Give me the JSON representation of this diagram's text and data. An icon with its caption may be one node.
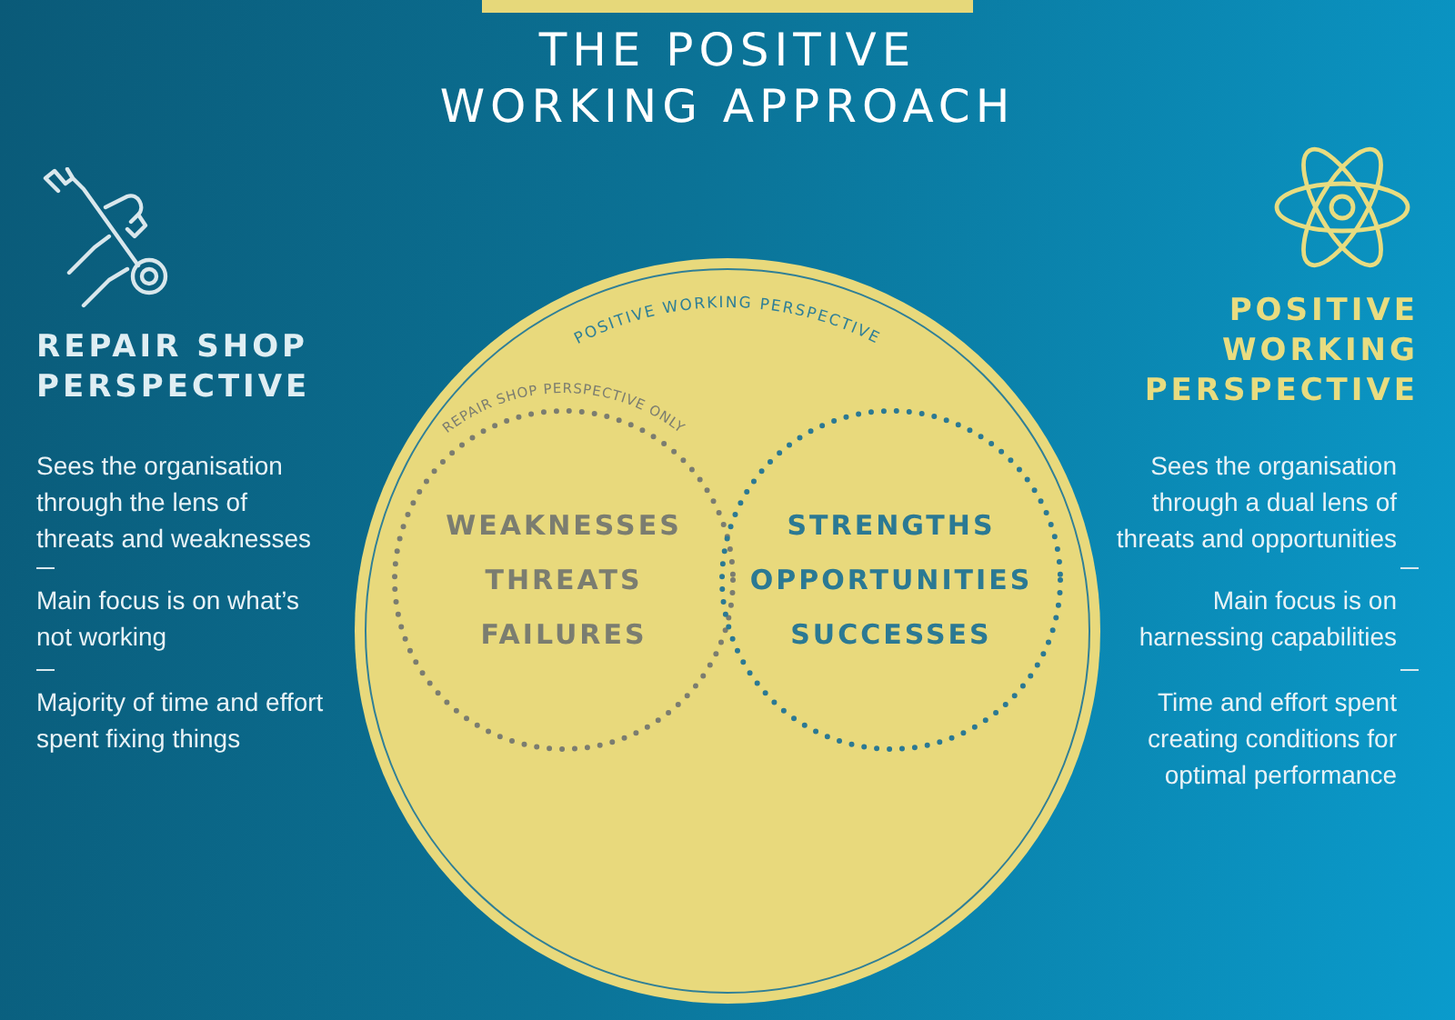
{
  "diagram": {
    "title": "THE POSITIVE WORKING APPROACH",
    "nodes": [
      {
        "text": [
          "POSITIVE WORKING PERSPECTIVE"
        ]
      },
      {
        "text": [
          "REPAIR SHOP PERSPECTIVE ONLY",
          "WEAKNESSES",
          "THREATS",
          "FAILURES"
        ],
        "in": 0
      },
      {
        "text": [
          "STRENGTHS",
          "OPPORTUNITIES",
          "SUCCESSES"
        ],
        "in": 0
      }
    ],
    "edges": [],
    "labels": [
      "REPAIR SHOP PERSPECTIVE",
      "Sees the organisation through the lens of threats and weaknesses",
      "Main focus is on what’s not working",
      "Majority of time and effort spent fixing things",
      "POSITIVE WORKING PERSPECTIVE",
      "Sees the organisation through a dual lens of threats and opportunities",
      "Main focus is on harnessing capabilities",
      "Time and effort spent creating conditions for optimal performance"
    ]
  }
}
